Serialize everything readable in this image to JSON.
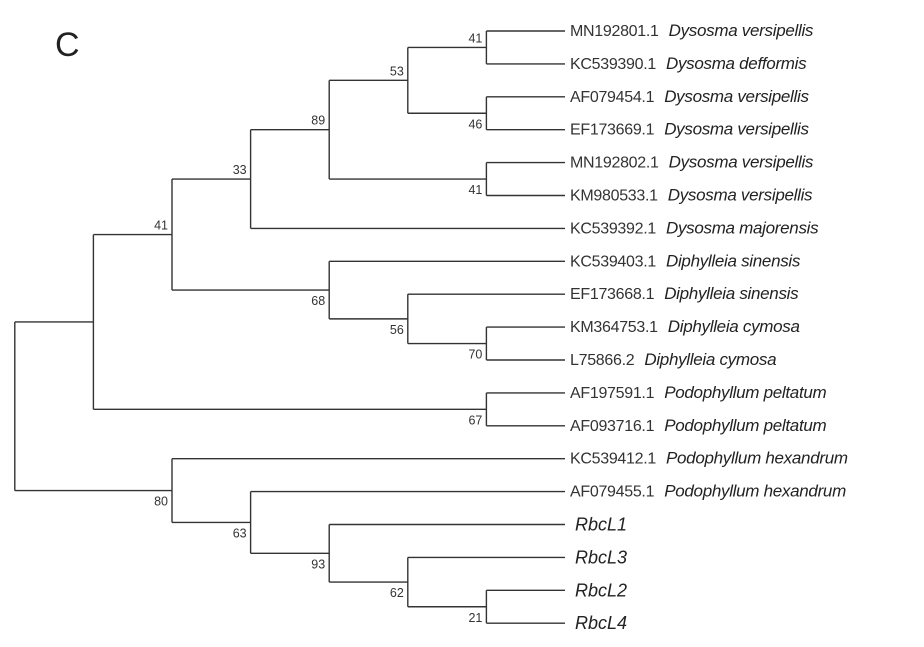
{
  "panel_label": "C",
  "leaves": [
    {
      "accession": "MN192801.1",
      "species": "Dysosma versipellis"
    },
    {
      "accession": "KC539390.1",
      "species": "Dysosma defformis"
    },
    {
      "accession": "AF079454.1",
      "species": "Dysosma versipellis"
    },
    {
      "accession": "EF173669.1",
      "species": "Dysosma versipellis"
    },
    {
      "accession": "MN192802.1",
      "species": "Dysosma versipellis"
    },
    {
      "accession": "KM980533.1",
      "species": "Dysosma versipellis"
    },
    {
      "accession": "KC539392.1",
      "species": "Dysosma majorensis"
    },
    {
      "accession": "KC539403.1",
      "species": "Diphylleia sinensis"
    },
    {
      "accession": "EF173668.1",
      "species": "Diphylleia sinensis"
    },
    {
      "accession": "KM364753.1",
      "species": "Diphylleia cymosa"
    },
    {
      "accession": "L75866.2",
      "species": "Diphylleia cymosa"
    },
    {
      "accession": "AF197591.1",
      "species": "Podophyllum peltatum"
    },
    {
      "accession": "AF093716.1",
      "species": "Podophyllum peltatum"
    },
    {
      "accession": "KC539412.1",
      "species": "Podophyllum hexandrum"
    },
    {
      "accession": "AF079455.1",
      "species": "Podophyllum hexandrum"
    },
    {
      "accession": "",
      "species": "RbcL1"
    },
    {
      "accession": "",
      "species": "RbcL3"
    },
    {
      "accession": "",
      "species": "RbcL2"
    },
    {
      "accession": "",
      "species": "RbcL4"
    }
  ],
  "tree": {
    "support": null,
    "children": [
      {
        "support": null,
        "children": [
          {
            "support": 41,
            "children": [
              {
                "support": 33,
                "children": [
                  {
                    "support": 89,
                    "children": [
                      {
                        "support": 53,
                        "children": [
                          {
                            "support": 41,
                            "children": [
                              {
                                "leaf": 0
                              },
                              {
                                "leaf": 1
                              }
                            ]
                          },
                          {
                            "support": 46,
                            "children": [
                              {
                                "leaf": 2
                              },
                              {
                                "leaf": 3
                              }
                            ]
                          }
                        ]
                      },
                      {
                        "support": 41,
                        "children": [
                          {
                            "leaf": 4
                          },
                          {
                            "leaf": 5
                          }
                        ]
                      }
                    ]
                  },
                  {
                    "leaf": 6
                  }
                ]
              },
              {
                "support": 68,
                "children": [
                  {
                    "leaf": 7
                  },
                  {
                    "support": 56,
                    "children": [
                      {
                        "leaf": 8
                      },
                      {
                        "support": 70,
                        "children": [
                          {
                            "leaf": 9
                          },
                          {
                            "leaf": 10
                          }
                        ]
                      }
                    ]
                  }
                ]
              }
            ]
          },
          {
            "support": 67,
            "children": [
              {
                "leaf": 11
              },
              {
                "leaf": 12
              }
            ]
          }
        ]
      },
      {
        "support": 80,
        "children": [
          {
            "leaf": 13
          },
          {
            "support": 63,
            "children": [
              {
                "leaf": 14
              },
              {
                "support": 93,
                "children": [
                  {
                    "leaf": 15
                  },
                  {
                    "support": 62,
                    "children": [
                      {
                        "leaf": 16
                      },
                      {
                        "support": 21,
                        "children": [
                          {
                            "leaf": 17
                          },
                          {
                            "leaf": 18
                          }
                        ]
                      }
                    ]
                  }
                ]
              }
            ]
          }
        ]
      }
    ]
  }
}
